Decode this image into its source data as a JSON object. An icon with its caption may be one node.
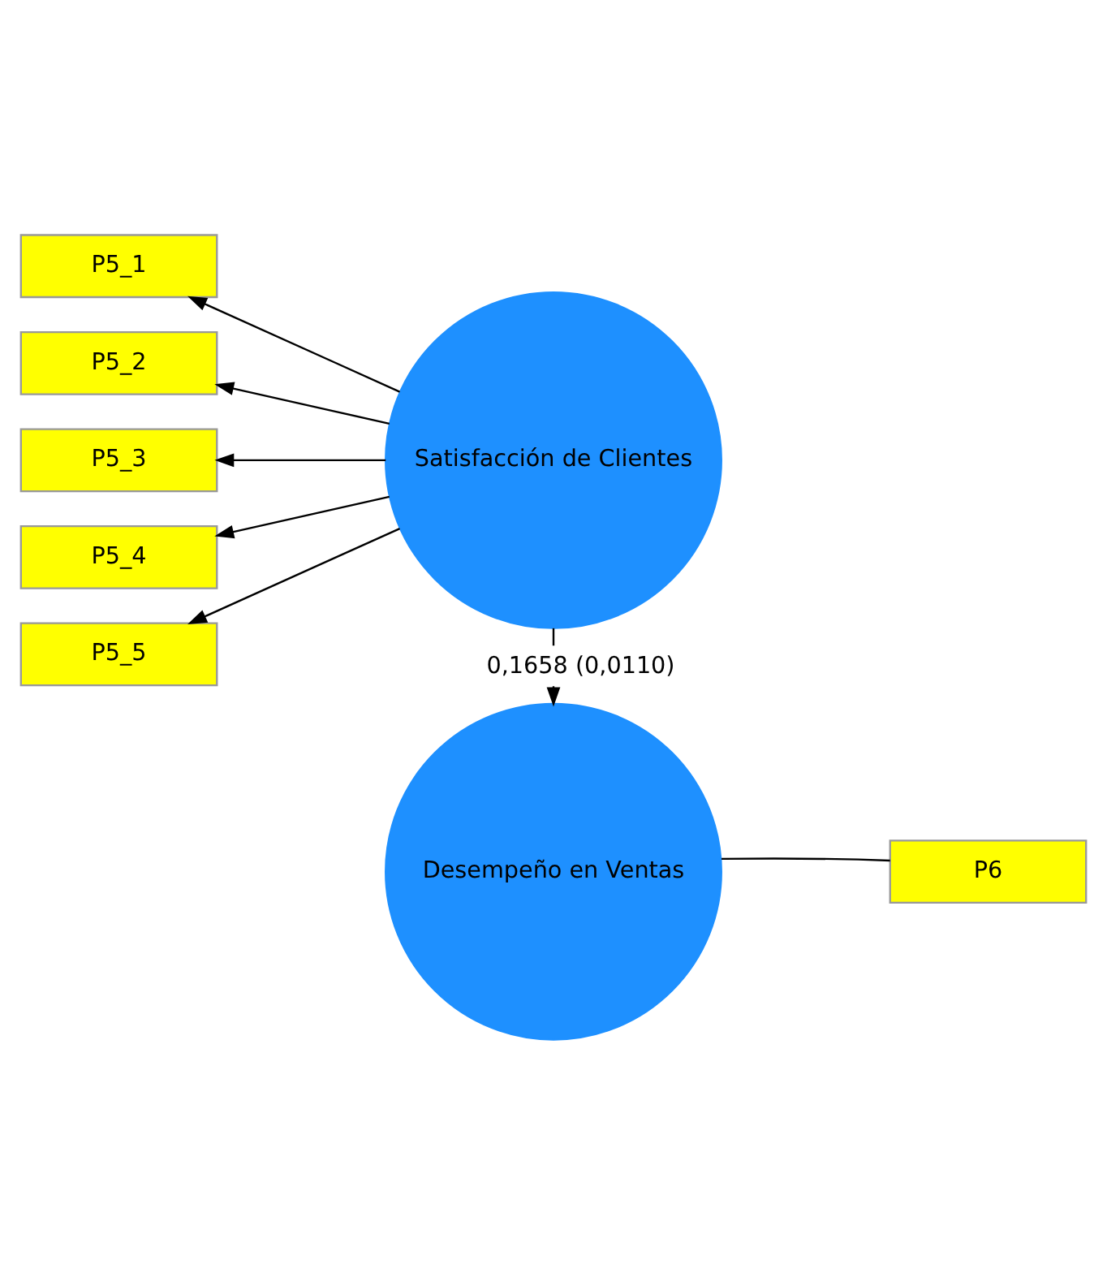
{
  "diagram": {
    "nodes": [
      {
        "text": [
          "P5_1"
        ]
      },
      {
        "text": [
          "P5_2"
        ]
      },
      {
        "text": [
          "P5_3"
        ]
      },
      {
        "text": [
          "P5_4"
        ]
      },
      {
        "text": [
          "P5_5"
        ]
      },
      {
        "text": [
          "Satisfacción de Clientes"
        ]
      },
      {
        "text": [
          "Desempeño en Ventas"
        ]
      },
      {
        "text": [
          "P6"
        ]
      }
    ],
    "edges": [
      {
        "from": 5,
        "to": 0,
        "arrow": "to"
      },
      {
        "from": 5,
        "to": 1,
        "arrow": "to"
      },
      {
        "from": 5,
        "to": 2,
        "arrow": "to"
      },
      {
        "from": 5,
        "to": 3,
        "arrow": "to"
      },
      {
        "from": 5,
        "to": 4,
        "arrow": "to"
      },
      {
        "from": 5,
        "to": 6,
        "arrow": "to",
        "label": "0,1658 (0,0110)"
      },
      {
        "from": 6,
        "to": 7,
        "arrow": "none"
      }
    ]
  }
}
